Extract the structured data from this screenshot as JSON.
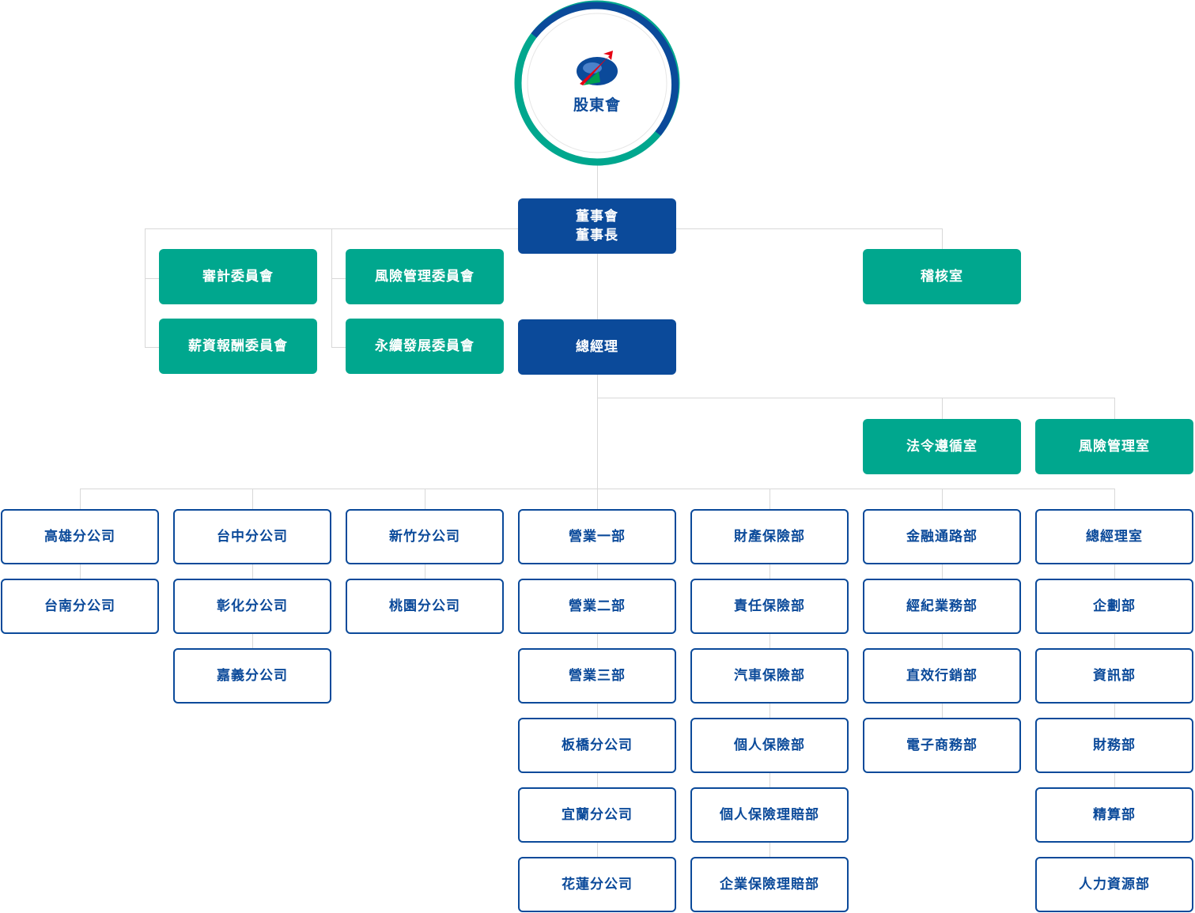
{
  "root": {
    "label": "股東會"
  },
  "board": {
    "line1": "董事會",
    "line2": "董事長"
  },
  "committees_left": [
    "審計委員會",
    "薪資報酬委員會"
  ],
  "committees_mid": [
    "風險管理委員會",
    "永續發展委員會"
  ],
  "audit_office": "稽核室",
  "president": "總經理",
  "president_offices": [
    "法令遵循室",
    "風險管理室"
  ],
  "departments": [
    [
      "高雄分公司",
      "台南分公司"
    ],
    [
      "台中分公司",
      "彰化分公司",
      "嘉義分公司"
    ],
    [
      "新竹分公司",
      "桃園分公司"
    ],
    [
      "營業一部",
      "營業二部",
      "營業三部",
      "板橋分公司",
      "宜蘭分公司",
      "花蓮分公司"
    ],
    [
      "財產保險部",
      "責任保險部",
      "汽車保險部",
      "個人保險部",
      "個人保險理賠部",
      "企業保險理賠部"
    ],
    [
      "金融通路部",
      "經紀業務部",
      "直效行銷部",
      "電子商務部"
    ],
    [
      "總經理室",
      "企劃部",
      "資訊部",
      "財務部",
      "精算部",
      "人力資源部"
    ]
  ],
  "colors": {
    "navy": "#0b4a9a",
    "teal": "#00a78e",
    "line": "#d8d8d8",
    "logo_red": "#e60012",
    "logo_green": "#00a050"
  }
}
